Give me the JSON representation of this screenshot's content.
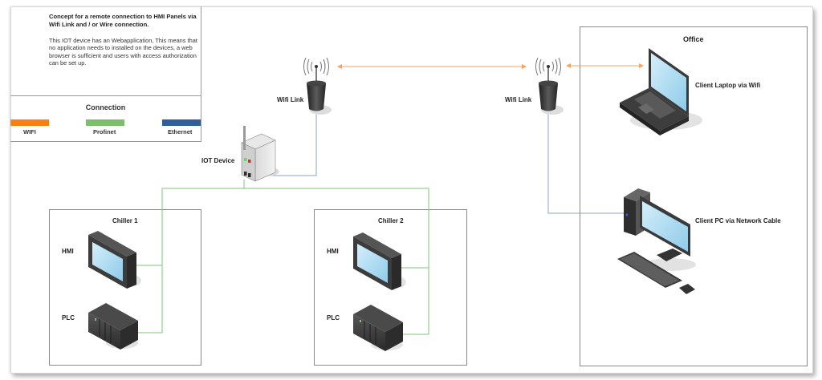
{
  "info_panel": {
    "title": "Concept for a remote connection to HMI Panels via Wifi Link and / or Wire connection.",
    "description": "This IOT device has an Webapplication, This means that no application needs to installed on the devices, a web browser is sufficient and users with access authorization can be set up."
  },
  "legend": {
    "title": "Connection",
    "items": [
      {
        "label": "WIFI",
        "color": "#ff7f0e"
      },
      {
        "label": "Profinet",
        "color": "#7cbf6a"
      },
      {
        "label": "Ethernet",
        "color": "#2e5e9e"
      }
    ]
  },
  "colors": {
    "wifi": "#f7a35c",
    "profinet": "#7cc47a",
    "ethernet": "#8aa4cf",
    "box_border": "#8a8a8a",
    "screen": "#aedcf2"
  },
  "nodes": {
    "wifi_link_left": {
      "label": "Wifi Link",
      "icon": "wifi-antenna-icon"
    },
    "wifi_link_right": {
      "label": "Wifi Link",
      "icon": "wifi-antenna-icon"
    },
    "iot_device": {
      "label": "IOT Device",
      "icon": "router-icon"
    },
    "office": {
      "title": "Office"
    },
    "client_laptop": {
      "label": "Client Laptop via Wifi",
      "icon": "laptop-icon"
    },
    "client_pc": {
      "label": "Client PC via Network Cable",
      "icon": "desktop-pc-icon"
    },
    "chiller1": {
      "title": "Chiller 1",
      "hmi_label": "HMI",
      "plc_label": "PLC"
    },
    "chiller2": {
      "title": "Chiller 2",
      "hmi_label": "HMI",
      "plc_label": "PLC"
    }
  }
}
